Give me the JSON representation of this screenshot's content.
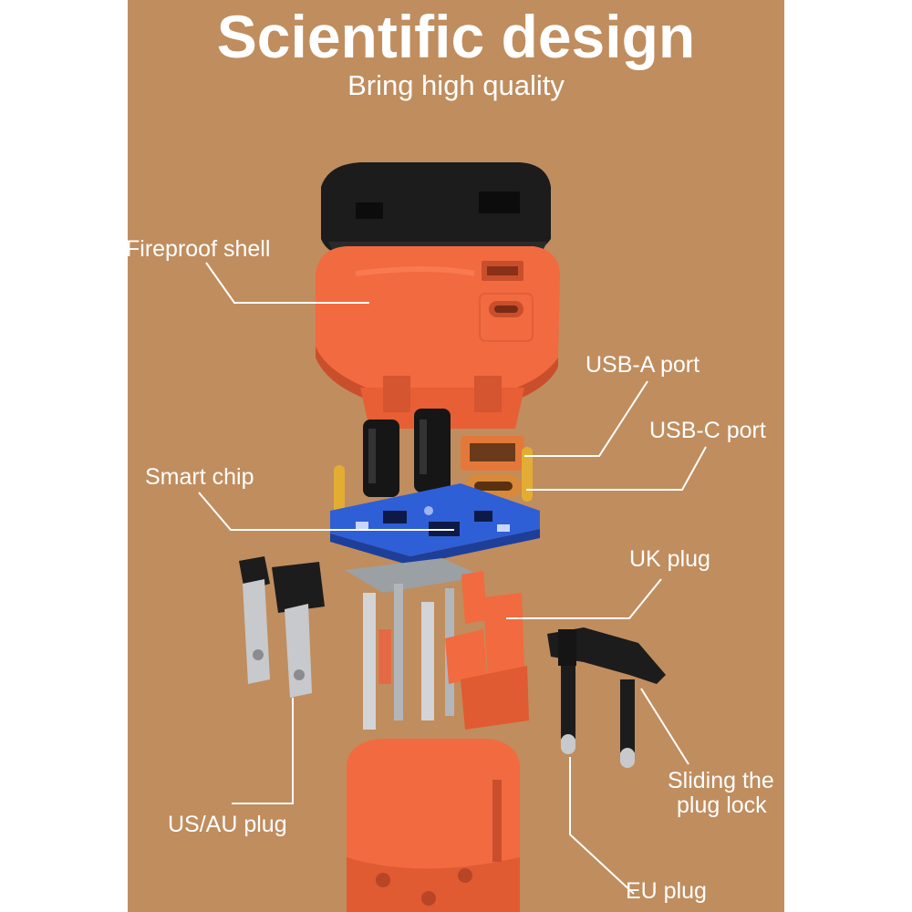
{
  "header": {
    "title": "Scientific design",
    "subtitle": "Bring high quality"
  },
  "labels": {
    "fireproof_shell": "Fireproof shell",
    "usb_a_port": "USB-A port",
    "usb_c_port": "USB-C port",
    "smart_chip": "Smart chip",
    "uk_plug": "UK plug",
    "sliding_lock_line1": "Sliding the",
    "sliding_lock_line2": "plug lock",
    "us_au_plug": "US/AU plug",
    "eu_plug": "EU plug"
  },
  "colors": {
    "background": "#c08d5e",
    "shell": "#f26a3f",
    "cap": "#1c1c1c",
    "pcb": "#2f5fd6",
    "text": "#ffffff"
  }
}
